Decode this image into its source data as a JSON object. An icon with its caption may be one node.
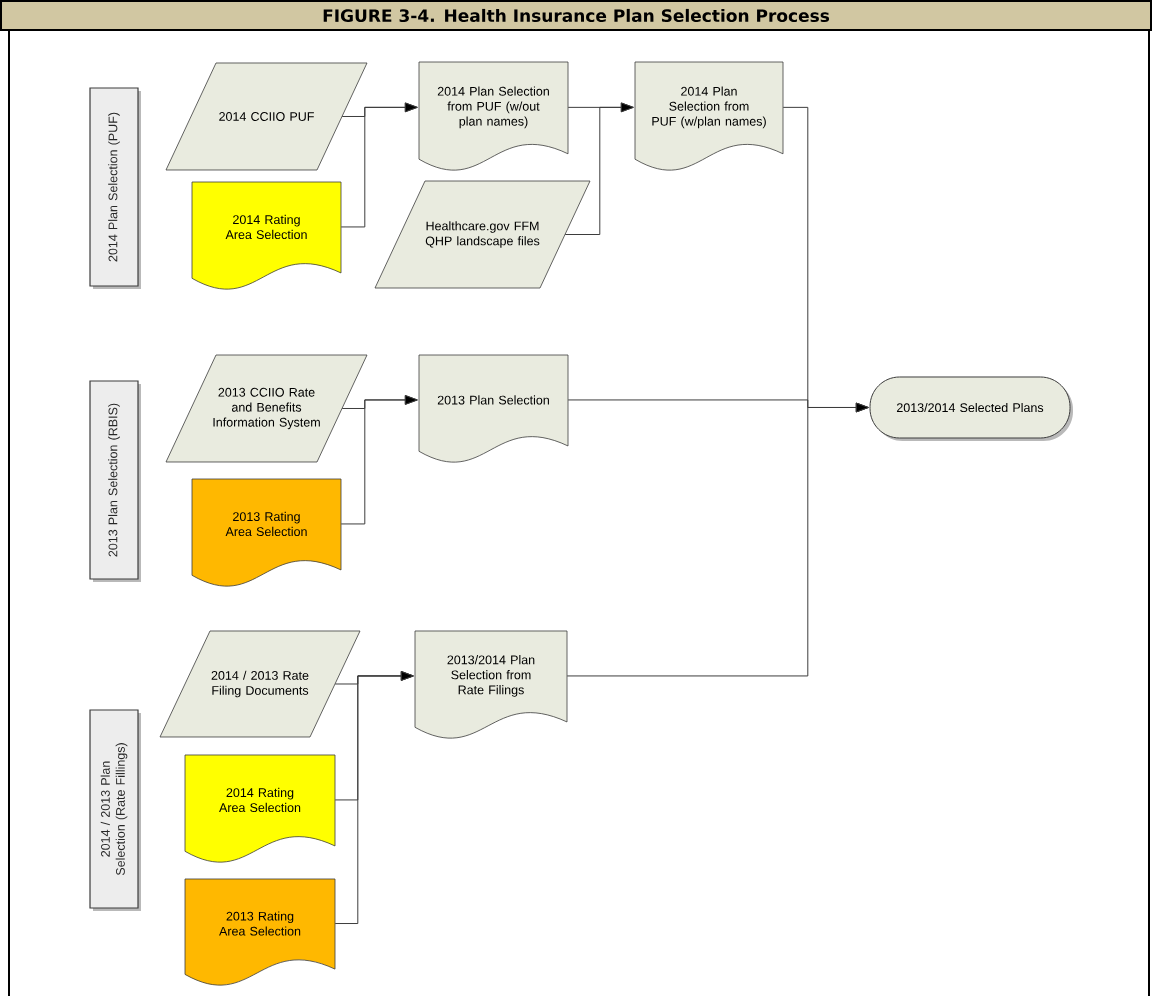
{
  "diagram": {
    "title": "FIGURE 3-4. Health Insurance Plan Selection Process",
    "nodes": [
      {
        "text": [
          "2014 Plan Selection (PUF)"
        ]
      },
      {
        "text": [
          "2014 CCIIO PUF"
        ]
      },
      {
        "text": [
          "2014 Rating Area Selection"
        ]
      },
      {
        "text": [
          "2014 Plan Selection from PUF (w/out plan names)"
        ]
      },
      {
        "text": [
          "Healthcare.gov FFM QHP landscape files"
        ]
      },
      {
        "text": [
          "2014 Plan Selection from PUF (w/plan names)"
        ]
      },
      {
        "text": [
          "2013 Plan Selection (RBIS)"
        ]
      },
      {
        "text": [
          "2013 CCIIO Rate and Benefits Information System"
        ]
      },
      {
        "text": [
          "2013 Rating Area Selection"
        ]
      },
      {
        "text": [
          "2013 Plan Selection"
        ]
      },
      {
        "text": [
          "2013/2014 Selected Plans"
        ]
      },
      {
        "text": [
          "2014 / 2013 Plan Selection (Rate Fillings)"
        ]
      },
      {
        "text": [
          "2014 / 2013 Rate Filing Documents"
        ]
      },
      {
        "text": [
          "2014 Rating Area Selection"
        ]
      },
      {
        "text": [
          "2013 Rating Area Selection"
        ]
      },
      {
        "text": [
          "2013/2014 Plan Selection from Rate Filings"
        ]
      }
    ],
    "edges": [
      {
        "from": 1,
        "to": 3,
        "arrow": "to"
      },
      {
        "from": 2,
        "to": 3,
        "arrow": "to"
      },
      {
        "from": 3,
        "to": 5,
        "arrow": "to"
      },
      {
        "from": 4,
        "to": 5,
        "arrow": "to"
      },
      {
        "from": 7,
        "to": 9,
        "arrow": "to"
      },
      {
        "from": 8,
        "to": 9,
        "arrow": "to"
      },
      {
        "from": 5,
        "to": 10,
        "arrow": "to"
      },
      {
        "from": 9,
        "to": 10,
        "arrow": "to"
      },
      {
        "from": 15,
        "to": 10,
        "arrow": "to"
      },
      {
        "from": 12,
        "to": 15,
        "arrow": "to"
      },
      {
        "from": 13,
        "to": 15,
        "arrow": "to"
      },
      {
        "from": 14,
        "to": 15,
        "arrow": "to"
      }
    ]
  }
}
